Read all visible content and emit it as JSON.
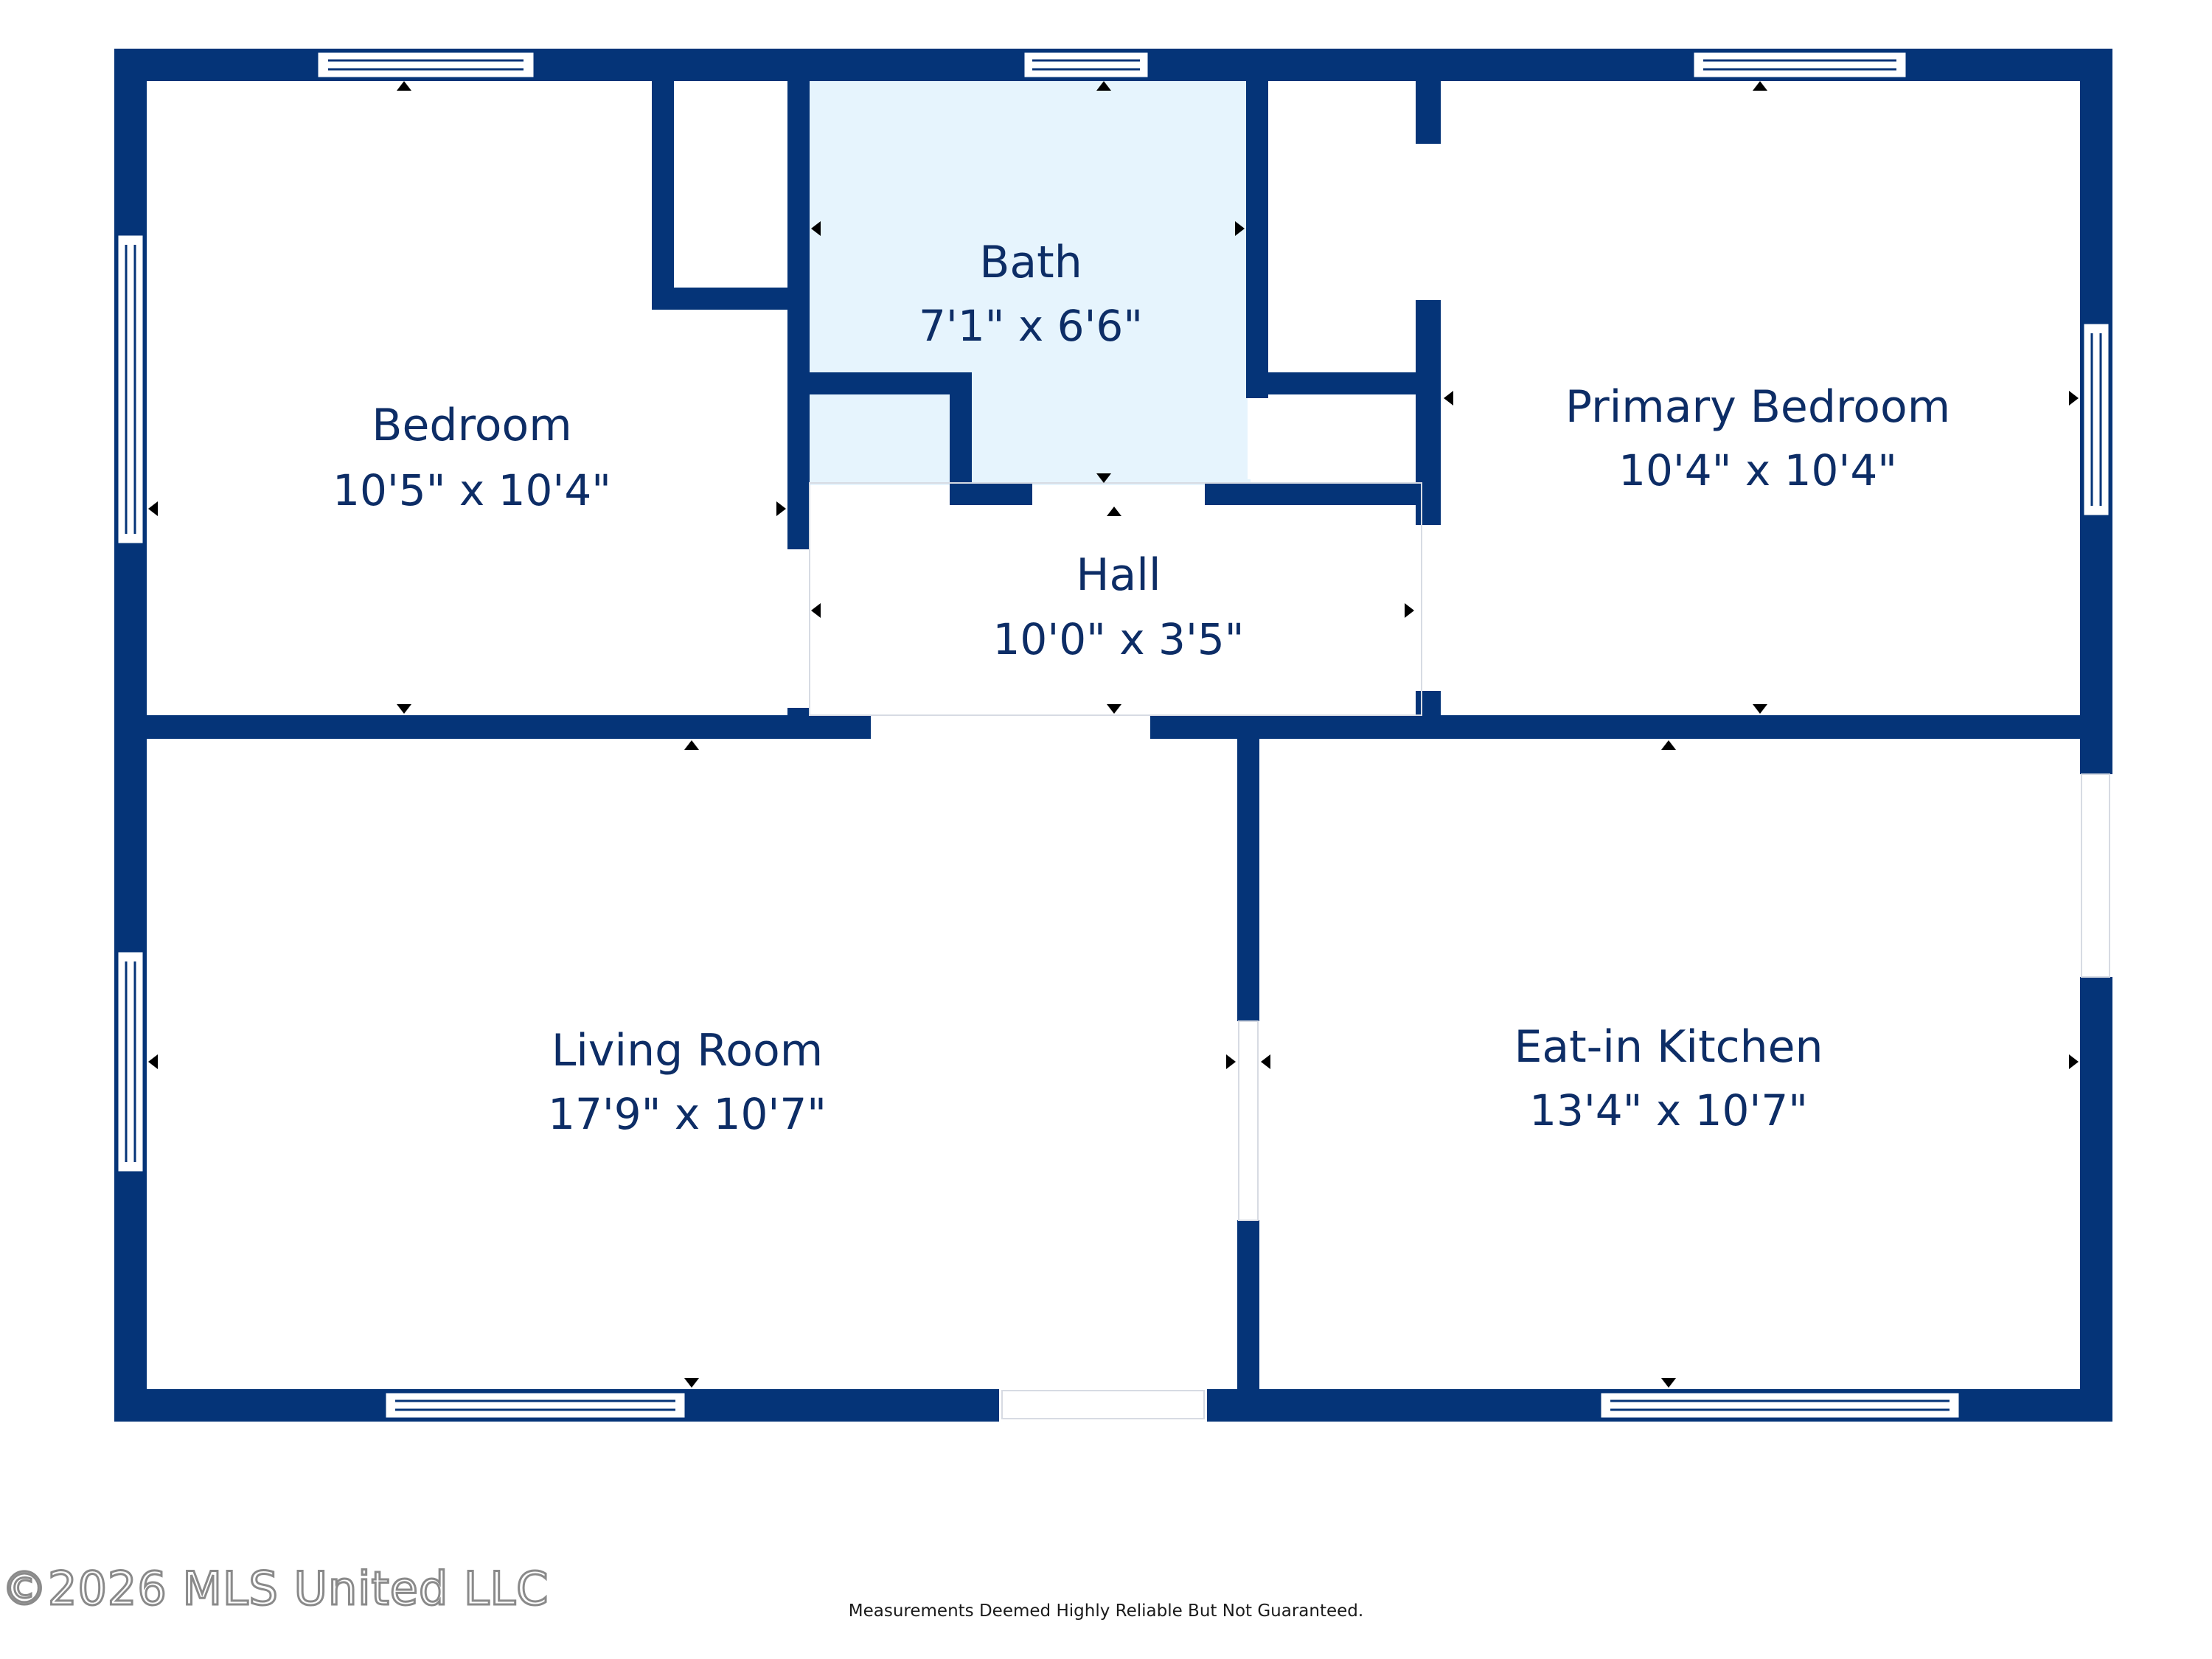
{
  "colors": {
    "wall": "#053478",
    "bath_fill": "#e6f4fd",
    "label": "#0d2d66",
    "window": "#ffffff"
  },
  "rooms": {
    "bedroom": {
      "name": "Bedroom",
      "dims": "10'5\" x 10'4\""
    },
    "bath": {
      "name": "Bath",
      "dims": "7'1\" x 6'6\""
    },
    "primary_bedroom": {
      "name": "Primary Bedroom",
      "dims": "10'4\" x 10'4\""
    },
    "hall": {
      "name": "Hall",
      "dims": "10'0\" x 3'5\""
    },
    "living_room": {
      "name": "Living Room",
      "dims": "17'9\" x 10'7\""
    },
    "kitchen": {
      "name": "Eat-in Kitchen",
      "dims": "13'4\" x 10'7\""
    }
  },
  "footer": {
    "copyright": "©2026 MLS United LLC",
    "disclaimer": "Measurements Deemed Highly Reliable But Not Guaranteed."
  }
}
